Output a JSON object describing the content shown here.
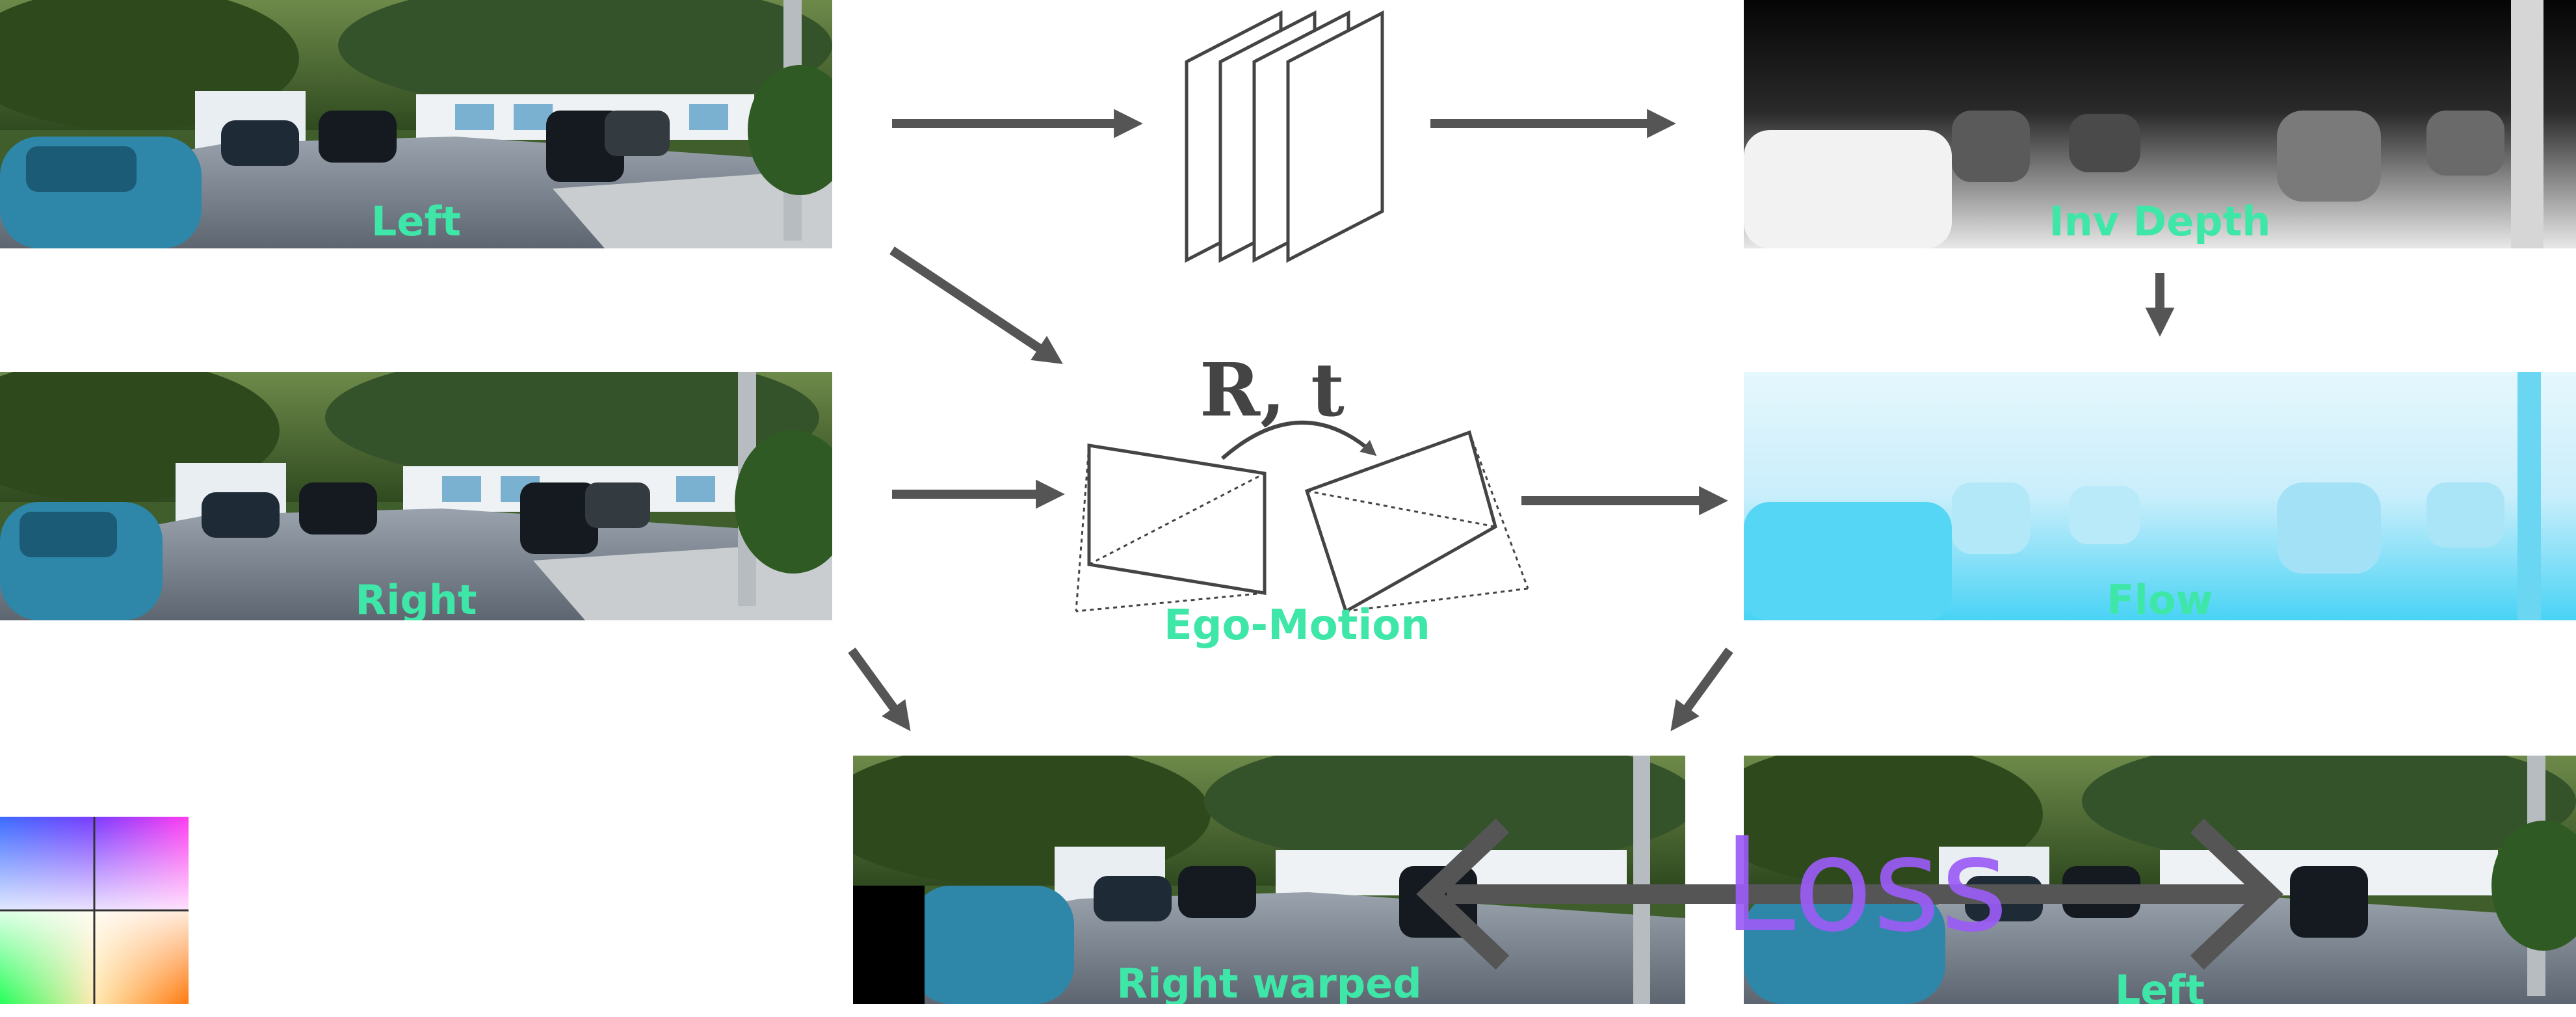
{
  "colors": {
    "label": "#3EE6A8",
    "arrow": "#555555",
    "loss": "#9B5CF6",
    "outline": "#444444"
  },
  "panels": {
    "left": {
      "label": "Left"
    },
    "right": {
      "label": "Right"
    },
    "inv_depth": {
      "label": "Inv Depth"
    },
    "flow": {
      "label": "Flow"
    },
    "right_warped": {
      "label": "Right warped"
    },
    "left_bottom": {
      "label": "Left"
    }
  },
  "ego_motion": {
    "label": "Ego-Motion",
    "pose_label": "R, t"
  },
  "loss": {
    "label": "Loss"
  },
  "color_wheel": {
    "icon": "optical-flow-color-key-icon"
  }
}
